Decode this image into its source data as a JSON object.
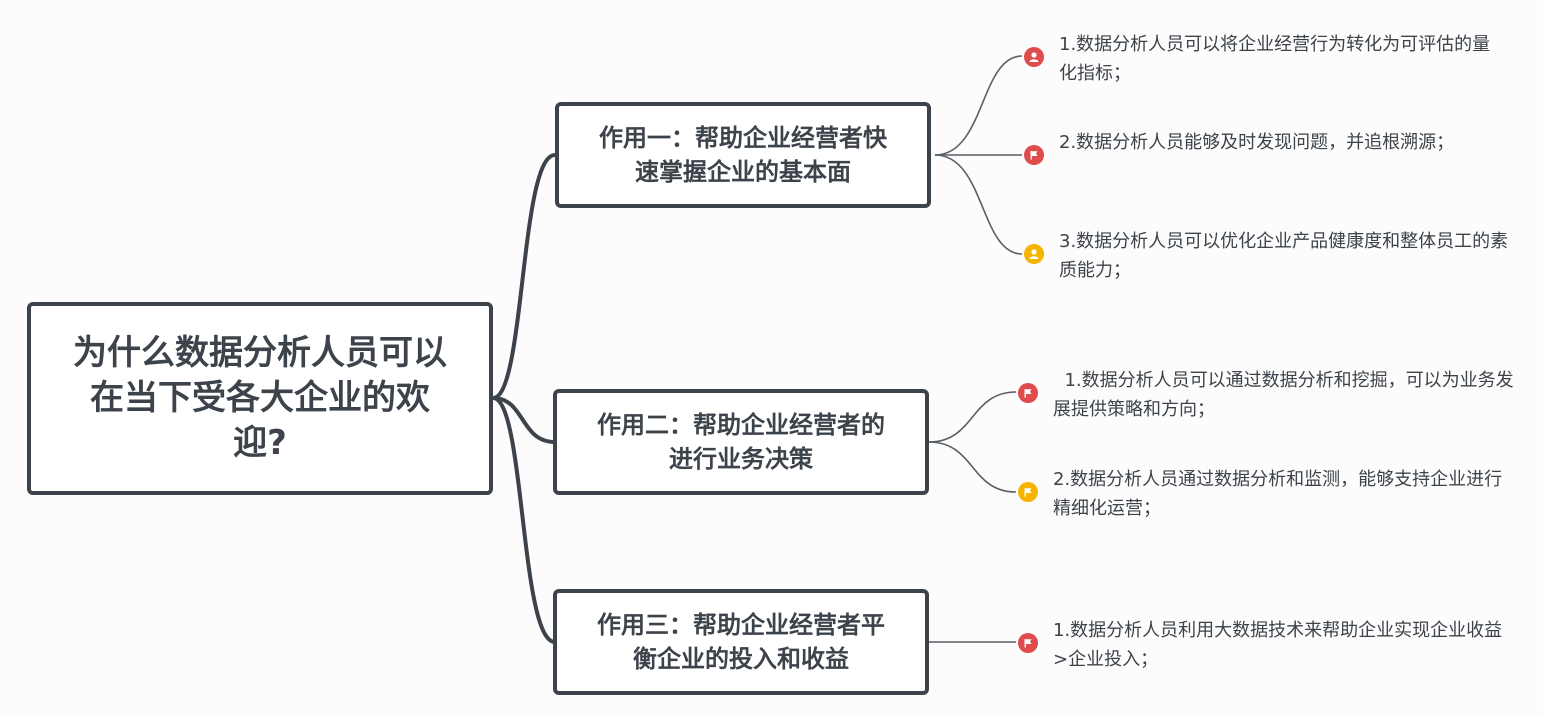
{
  "mindmap": {
    "root": {
      "label": "为什么数据分析人员可以在当下受各大企业的欢迎?"
    },
    "branches": [
      {
        "label": "作用一：帮助企业经营者快速掌握企业的基本面",
        "leaves": [
          {
            "icon": "person-icon",
            "color": "#e04b4b",
            "text": "1.数据分析人员可以将企业经营行为转化为可评估的量化指标；"
          },
          {
            "icon": "flag-icon",
            "color": "#e04b4b",
            "text": "2.数据分析人员能够及时发现问题，并追根溯源；"
          },
          {
            "icon": "person-icon",
            "color": "#f5b400",
            "text": "3.数据分析人员可以优化企业产品健康度和整体员工的素质能力；"
          }
        ]
      },
      {
        "label": "作用二：帮助企业经营者的进行业务决策",
        "leaves": [
          {
            "icon": "flag-icon",
            "color": "#e04b4b",
            "text": "  1.数据分析人员可以通过数据分析和挖掘，可以为业务发展提供策略和方向；"
          },
          {
            "icon": "flag-icon",
            "color": "#f5b400",
            "text": "2.数据分析人员通过数据分析和监测，能够支持企业进行精细化运营；"
          }
        ]
      },
      {
        "label": "作用三：帮助企业经营者平衡企业的投入和收益",
        "leaves": [
          {
            "icon": "flag-icon",
            "color": "#e04b4b",
            "text": "1.数据分析人员利用大数据技术来帮助企业实现企业收益>企业投入；"
          }
        ]
      }
    ],
    "colors": {
      "line": "#3d434a",
      "thin_line": "#5a5f66",
      "red": "#e04b4b",
      "yellow": "#f5b400"
    }
  }
}
